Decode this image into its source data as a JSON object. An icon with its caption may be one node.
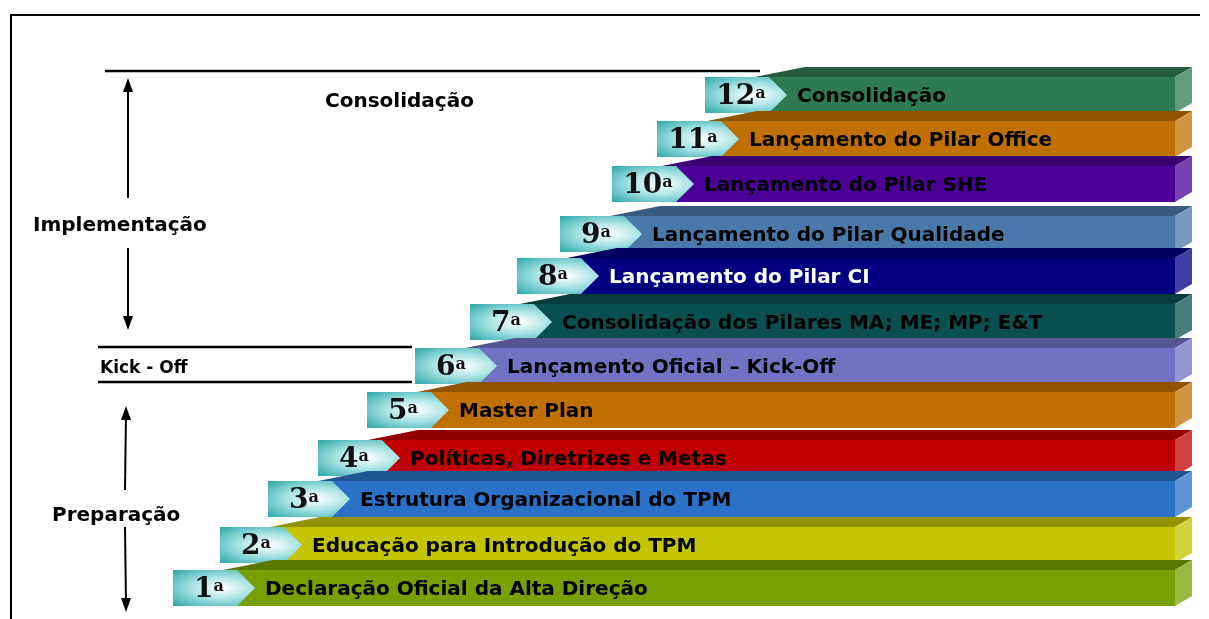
{
  "diagram": {
    "nodes": [
      {
        "text": [
          "12$^{a}$",
          "Consolidação"
        ]
      },
      {
        "text": [
          "11$^{a}$",
          "Lançamento do Pilar Office"
        ]
      },
      {
        "text": [
          "10$^{a}$",
          "Lançamento do Pilar SHE"
        ]
      },
      {
        "text": [
          "9$^{a}$",
          "Lançamento do Pilar Qualidade"
        ]
      },
      {
        "text": [
          "8$^{a}$",
          "Lançamento do Pilar CI"
        ]
      },
      {
        "text": [
          "7$^{a}$",
          "Consolidação dos Pilares MA; ME; MP; E&T"
        ]
      },
      {
        "text": [
          "6$^{a}$",
          "Lançamento Oficial – Kick-Off"
        ]
      },
      {
        "text": [
          "5$^{a}$",
          "Master Plan"
        ]
      },
      {
        "text": [
          "4$^{a}$",
          "Políticas, Diretrizes e Metas"
        ]
      },
      {
        "text": [
          "3$^{a}$",
          "Estrutura Organizacional do TPM"
        ]
      },
      {
        "text": [
          "2$^{a}$",
          "Educação para Introdução do TPM"
        ]
      },
      {
        "text": [
          "1$^{a}$",
          "Declaração Oficial da Alta Direção"
        ]
      }
    ],
    "labels": [
      "Consolidação",
      "Implementação",
      "Kick - Off",
      "Preparação"
    ]
  }
}
